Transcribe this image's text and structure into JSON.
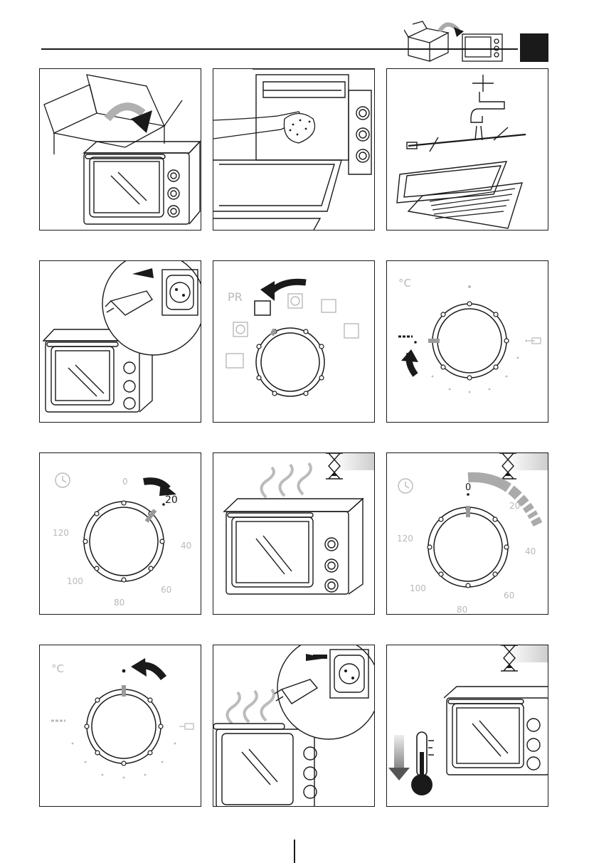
{
  "panels": {
    "p5": {
      "program_label": "PR"
    },
    "p6": {
      "unit_label": "°C"
    },
    "p7": {
      "timer_labels": {
        "t0": "0",
        "t20": "20",
        "t40": "40",
        "t60": "60",
        "t80": "80",
        "t100": "100",
        "t120": "120"
      }
    },
    "p9": {
      "timer_labels": {
        "t0": "0",
        "t20": "20",
        "t40": "40",
        "t60": "60",
        "t80": "80",
        "t100": "100",
        "t120": "120"
      }
    },
    "p10": {
      "unit_label": "°C"
    }
  },
  "colors": {
    "ink": "#1a1a1a",
    "grey_label": "#b9b9b9",
    "grey_fill": "#9a9a9a"
  }
}
